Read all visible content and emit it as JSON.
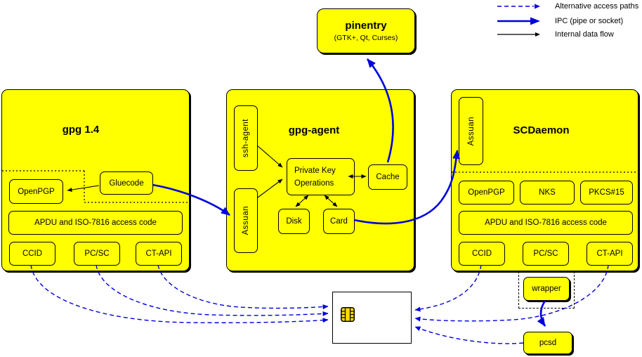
{
  "legend": {
    "items": [
      {
        "label": "Alternative access paths",
        "style": "dashed-blue"
      },
      {
        "label": "IPC (pipe or socket)",
        "style": "solid-blue-thick"
      },
      {
        "label": "Internal data flow",
        "style": "solid-black-thin"
      }
    ]
  },
  "pinentry": {
    "title": "pinentry",
    "subtitle": "(GTK+, Qt, Curses)"
  },
  "gpg14": {
    "title": "gpg 1.4",
    "openpgp": "OpenPGP",
    "gluecode": "Gluecode",
    "apdu": "APDU and ISO-7816 access code",
    "ccid": "CCID",
    "pcsc": "PC/SC",
    "ctapi": "CT-API"
  },
  "gpg_agent": {
    "title": "gpg-agent",
    "ssh_agent": "ssh-agent",
    "assuan": "Assuan",
    "pko_line1": "Private Key",
    "pko_line2": "Operations",
    "cache": "Cache",
    "disk": "Disk",
    "card": "Card"
  },
  "scdaemon": {
    "title": "SCDaemon",
    "assuan": "Assuan",
    "openpgp": "OpenPGP",
    "nks": "NKS",
    "pkcs15": "PKCS#15",
    "apdu": "APDU and ISO-7816 access code",
    "ccid": "CCID",
    "pcsc": "PC/SC",
    "ctapi": "CT-API"
  },
  "external": {
    "wrapper": "wrapper",
    "pcsd": "pcsd"
  },
  "colors": {
    "box_fill": "#ffff00",
    "ipc_blue": "#0000dd",
    "line_black": "#000000",
    "card_fill": "#ffffff",
    "chip_fill": "#ffd900"
  }
}
